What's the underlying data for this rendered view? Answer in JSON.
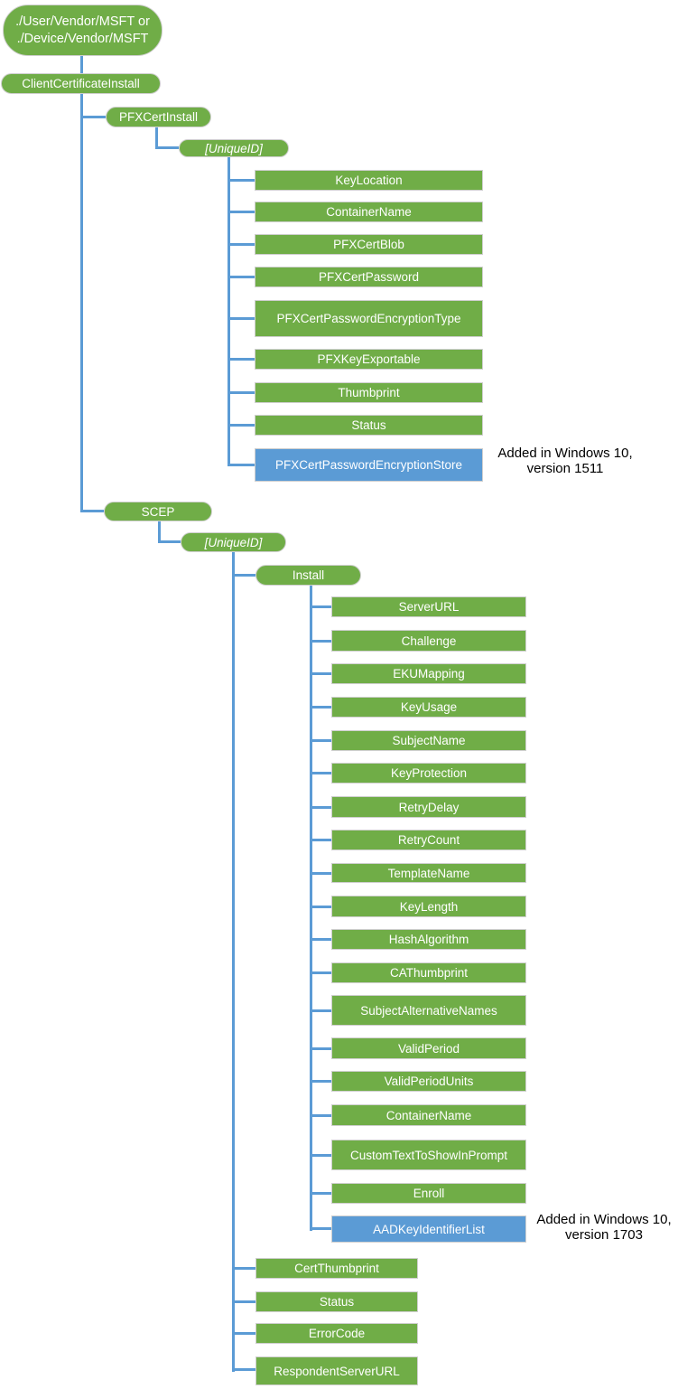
{
  "colors": {
    "node_green": "#70AD47",
    "node_blue": "#5B9BD5",
    "connector_blue": "#5B9BD5",
    "node_text": "#FFFFFF",
    "annotation_text": "#000000"
  },
  "tree": {
    "root": {
      "line1": "./User/Vendor/MSFT or",
      "line2": "./Device/Vendor/MSFT"
    },
    "cci": {
      "label": "ClientCertificateInstall"
    },
    "pfx": {
      "label": "PFXCertInstall",
      "unique_id": "[UniqueID]",
      "children": [
        "KeyLocation",
        "ContainerName",
        "PFXCertBlob",
        "PFXCertPassword",
        "PFXCertPasswordEncryptionType",
        "PFXKeyExportable",
        "Thumbprint",
        "Status",
        "PFXCertPasswordEncryptionStore"
      ]
    },
    "scep": {
      "label": "SCEP",
      "unique_id": "[UniqueID]",
      "install": {
        "label": "Install",
        "children": [
          "ServerURL",
          "Challenge",
          "EKUMapping",
          "KeyUsage",
          "SubjectName",
          "KeyProtection",
          "RetryDelay",
          "RetryCount",
          "TemplateName",
          "KeyLength",
          "HashAlgorithm",
          "CAThumbprint",
          "SubjectAlternativeNames",
          "ValidPeriod",
          "ValidPeriodUnits",
          "ContainerName",
          "CustomTextToShowInPrompt",
          "Enroll",
          "AADKeyIdentifierList"
        ]
      },
      "children": [
        "CertThumbprint",
        "Status",
        "ErrorCode",
        "RespondentServerURL"
      ]
    }
  },
  "annotations": [
    {
      "line1": "Added in Windows 10,",
      "line2": "version 1511"
    },
    {
      "line1": "Added in Windows 10,",
      "line2": "version 1703"
    }
  ]
}
